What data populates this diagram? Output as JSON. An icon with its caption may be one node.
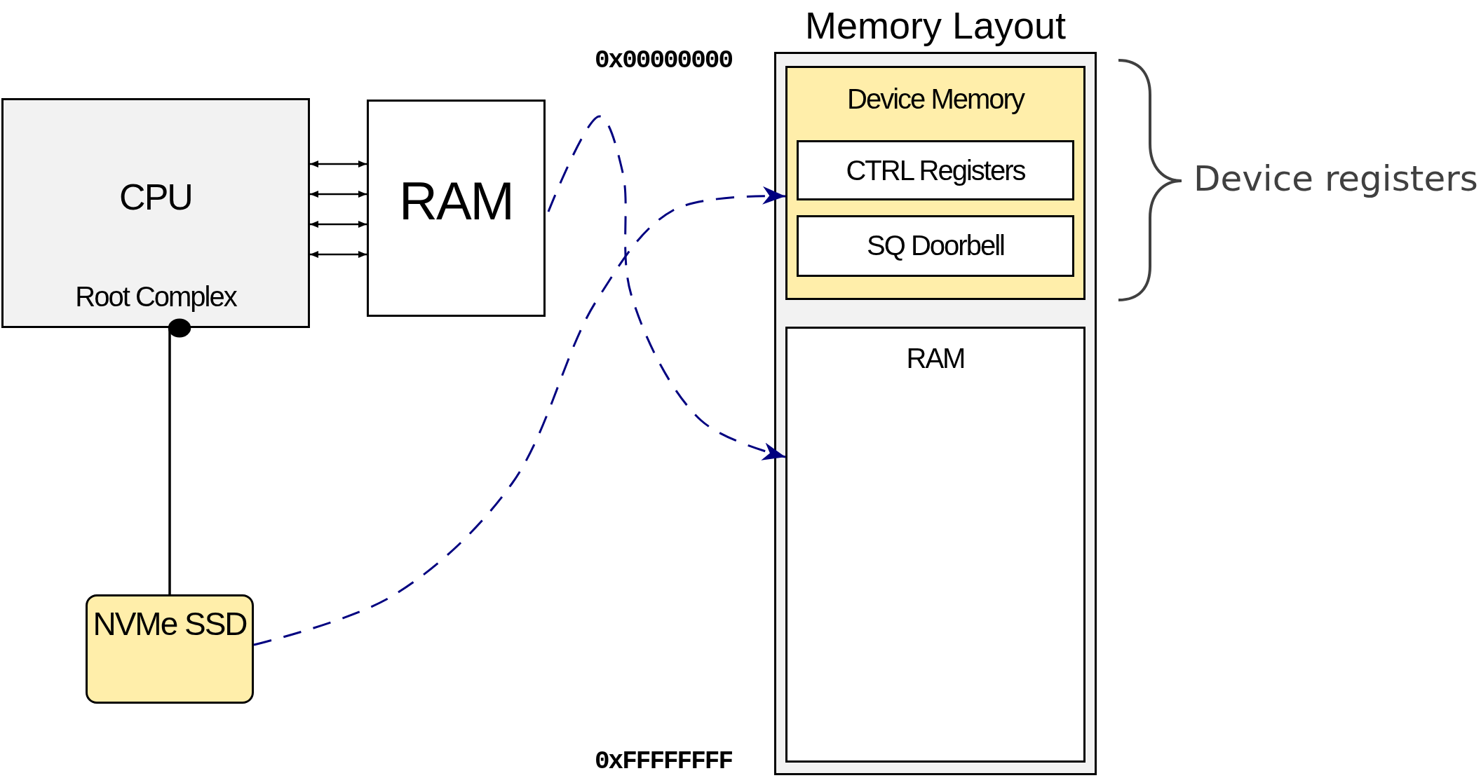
{
  "diagram": {
    "nodes": [
      {
        "text": [
          "CPU",
          "Root Complex"
        ]
      },
      {
        "text": [
          "RAM"
        ]
      },
      {
        "text": [
          "NVMe SSD"
        ]
      },
      {
        "text": [
          "Memory Layout"
        ]
      },
      {
        "text": [
          "Device Memory"
        ],
        "in": 3
      },
      {
        "text": [
          "CTRL Registers"
        ],
        "in": 4
      },
      {
        "text": [
          "SQ Doorbell"
        ],
        "in": 4
      },
      {
        "text": [
          "RAM"
        ],
        "in": 3
      }
    ],
    "edges": [
      {
        "from": 0,
        "to": 1,
        "arrow": "both"
      },
      {
        "from": 0,
        "to": 1,
        "arrow": "both"
      },
      {
        "from": 0,
        "to": 1,
        "arrow": "both"
      },
      {
        "from": 0,
        "to": 1,
        "arrow": "both"
      },
      {
        "from": 0,
        "to": 2,
        "arrow": "other"
      },
      {
        "from": 1,
        "to": 7,
        "arrow": "to",
        "style": "dashed",
        "color": "#000080"
      },
      {
        "from": 2,
        "to": 4,
        "arrow": "to",
        "style": "dashed",
        "color": "#000080"
      }
    ],
    "labels": [
      "0x00000000",
      "0xFFFFFFFF",
      "Device registers"
    ]
  }
}
